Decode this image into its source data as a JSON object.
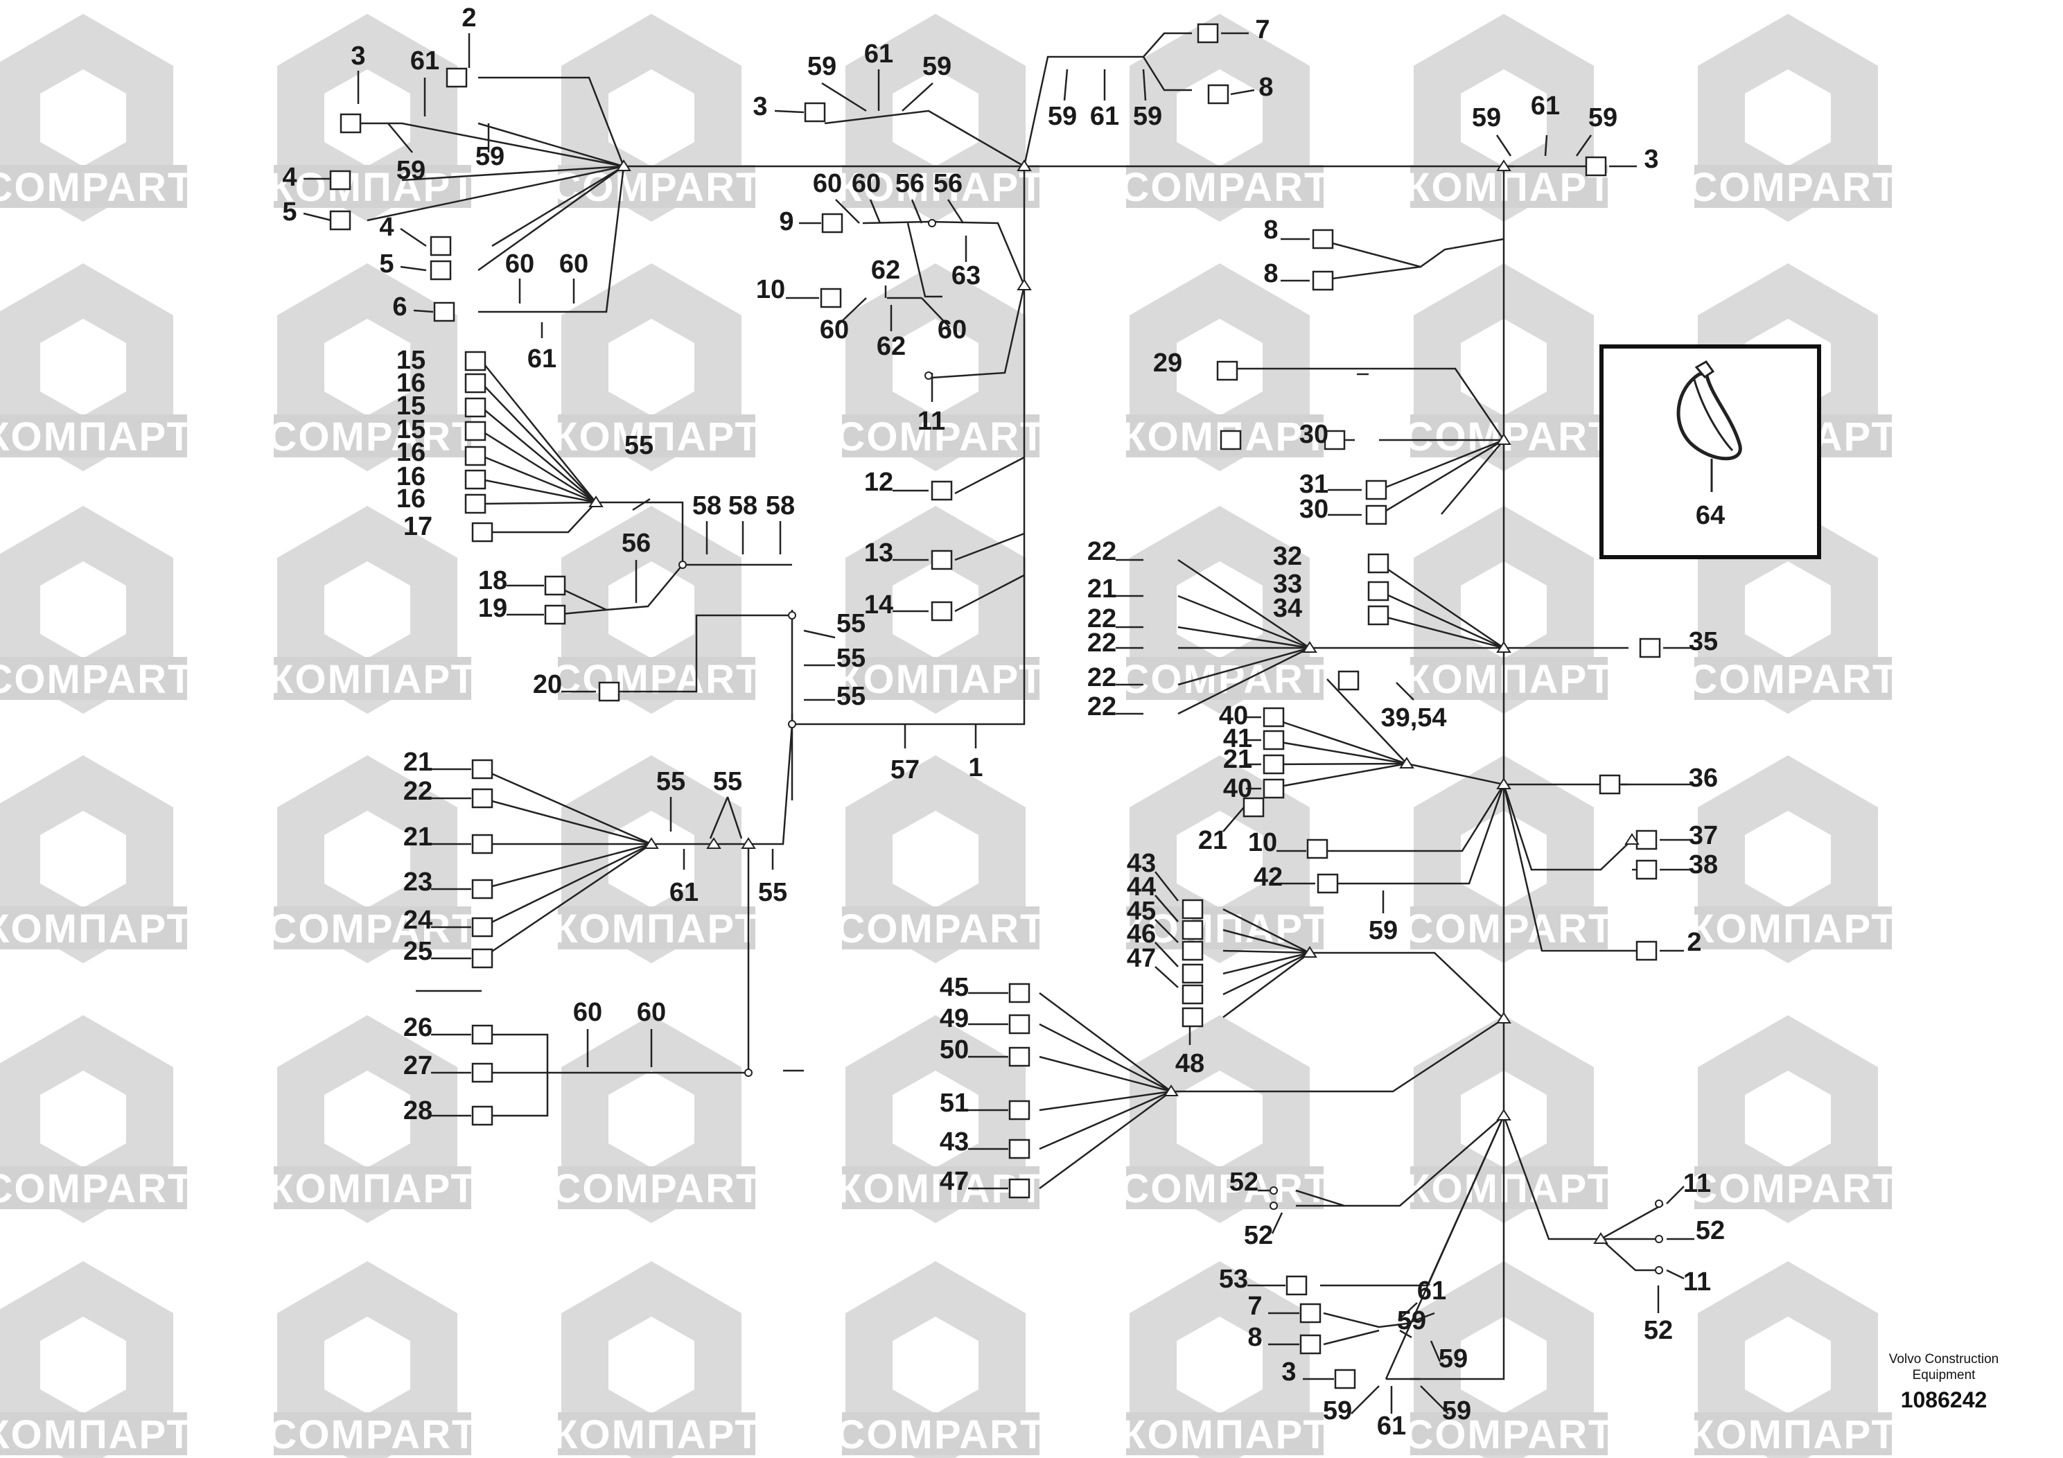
{
  "watermark": {
    "text_latin": "COMPART",
    "text_cyrillic": "КОМПАРТ"
  },
  "caption": {
    "manufacturer": "Volvo Construction Equipment",
    "drawing_number": "1086242"
  },
  "inset": {
    "item_label": "64",
    "icon": "cable-tie-icon"
  },
  "labels": [
    "2",
    "3",
    "61",
    "59",
    "59",
    "4",
    "5",
    "4",
    "5",
    "6",
    "60",
    "60",
    "61",
    "3",
    "59",
    "61",
    "59",
    "9",
    "60",
    "60",
    "56",
    "56",
    "62",
    "63",
    "10",
    "60",
    "62",
    "60",
    "11",
    "59",
    "61",
    "59",
    "7",
    "8",
    "59",
    "61",
    "59",
    "3",
    "8",
    "8",
    "15",
    "16",
    "15",
    "15",
    "16",
    "16",
    "16",
    "17",
    "55",
    "58",
    "58",
    "58",
    "18",
    "19",
    "56",
    "55",
    "55",
    "55",
    "20",
    "57",
    "1",
    "12",
    "13",
    "14",
    "29",
    "30",
    "31",
    "30",
    "32",
    "33",
    "34",
    "35",
    "22",
    "21",
    "22",
    "22",
    "22",
    "22",
    "39,54",
    "40",
    "41",
    "21",
    "40",
    "21",
    "10",
    "36",
    "37",
    "38",
    "42",
    "2",
    "21",
    "22",
    "21",
    "23",
    "24",
    "25",
    "55",
    "55",
    "61",
    "55",
    "26",
    "27",
    "28",
    "60",
    "60",
    "43",
    "44",
    "45",
    "46",
    "47",
    "48",
    "59",
    "45",
    "49",
    "50",
    "51",
    "43",
    "47",
    "52",
    "52",
    "11",
    "52",
    "11",
    "52",
    "53",
    "7",
    "8",
    "61",
    "59",
    "59",
    "3",
    "59",
    "61",
    "59"
  ]
}
